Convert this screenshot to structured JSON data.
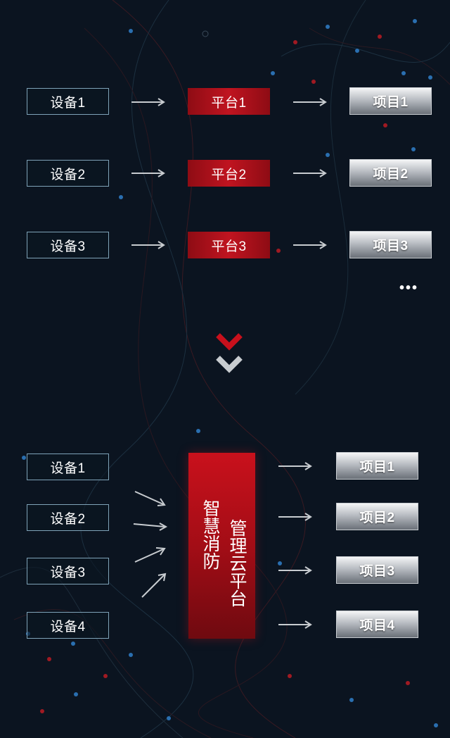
{
  "top_section": {
    "rows": [
      {
        "device": "设备1",
        "platform": "平台1",
        "project": "项目1"
      },
      {
        "device": "设备2",
        "platform": "平台2",
        "project": "项目2"
      },
      {
        "device": "设备3",
        "platform": "平台3",
        "project": "项目3"
      }
    ],
    "ellipsis": "•••"
  },
  "bottom_section": {
    "devices": [
      "设备1",
      "设备2",
      "设备3",
      "设备4"
    ],
    "cloud_platform": {
      "line1": "管理云平台",
      "line2": "智慧消防"
    },
    "projects": [
      "项目1",
      "项目2",
      "项目3",
      "项目4"
    ]
  },
  "colors": {
    "background": "#0b1420",
    "platform_red": "#c01420",
    "device_border": "#7fa3b8",
    "arrow": "#c8ccd0",
    "chevron_red": "#c8101c",
    "chevron_gray": "#c8ccd0"
  }
}
